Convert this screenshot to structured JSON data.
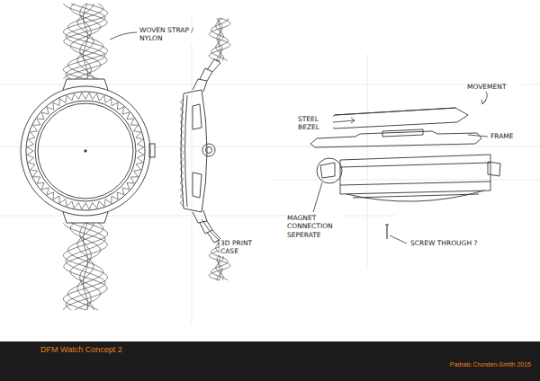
{
  "diagram": {
    "title": "DFM Watch Concept 2",
    "labels": [
      "WOVEN STRAP / NYLON",
      "3D PRINT CASE",
      "MOVEMENT",
      "STEEL BEZEL",
      "FRAME",
      "MAGNET CONNECTION SEPERATE",
      "SCREW THROUGH ?",
      "Padraic Crunden-Smith 2015"
    ]
  }
}
